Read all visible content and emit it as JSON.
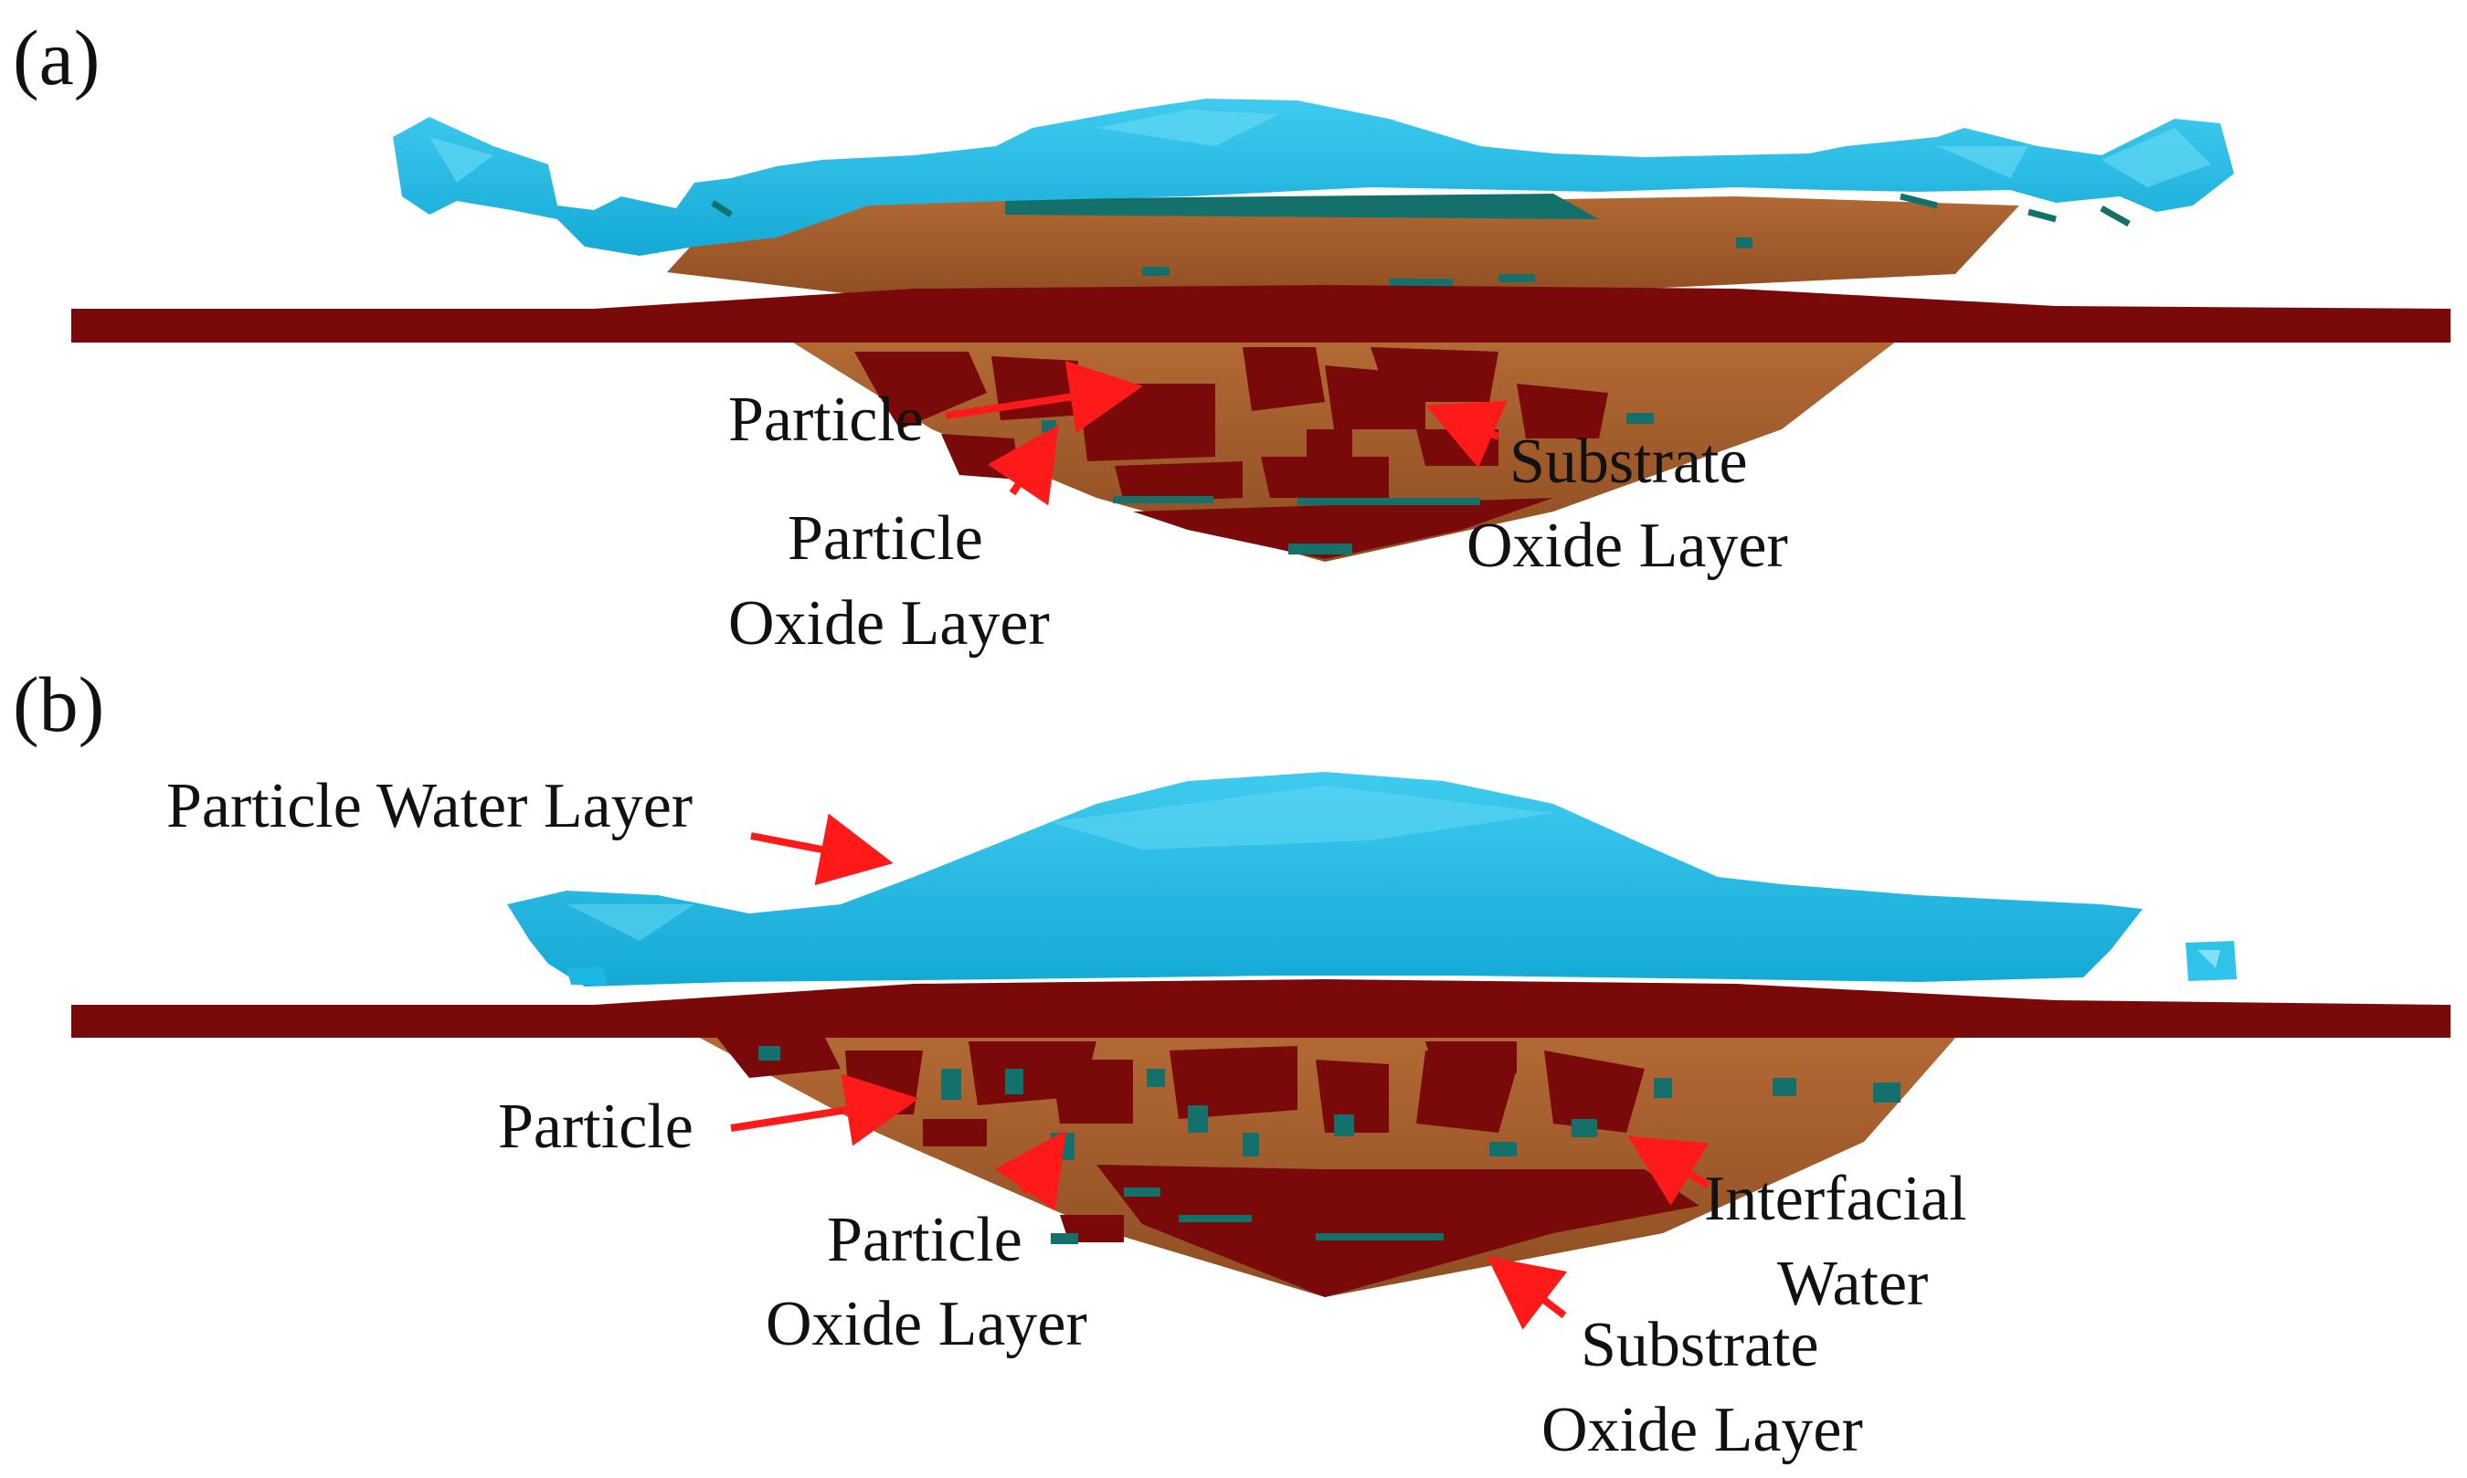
{
  "panels": [
    {
      "letter": "(a)",
      "labels": {
        "particle": "Particle",
        "particle_oxide_line1": "Particle",
        "particle_oxide_line2": "Oxide Layer",
        "substrate_oxide_line1": "Substrate",
        "substrate_oxide_line2": "Oxide Layer"
      }
    },
    {
      "letter": "(b)",
      "labels": {
        "water_layer": "Particle Water Layer",
        "particle": "Particle",
        "particle_oxide_line1": "Particle",
        "particle_oxide_line2": "Oxide Layer",
        "interfacial_line1": "Interfacial",
        "interfacial_line2": "Water",
        "substrate_oxide_line1": "Substrate",
        "substrate_oxide_line2": "Oxide Layer"
      }
    }
  ],
  "colors": {
    "water": "#1cb8e3",
    "water_light": "#5fd6f3",
    "particle": "#a85e2c",
    "substrate": "#7a0a0a",
    "oxide_teal": "#13706a",
    "arrow": "#ff1a1a"
  },
  "icons": {
    "arrow": "red-arrow-icon"
  }
}
